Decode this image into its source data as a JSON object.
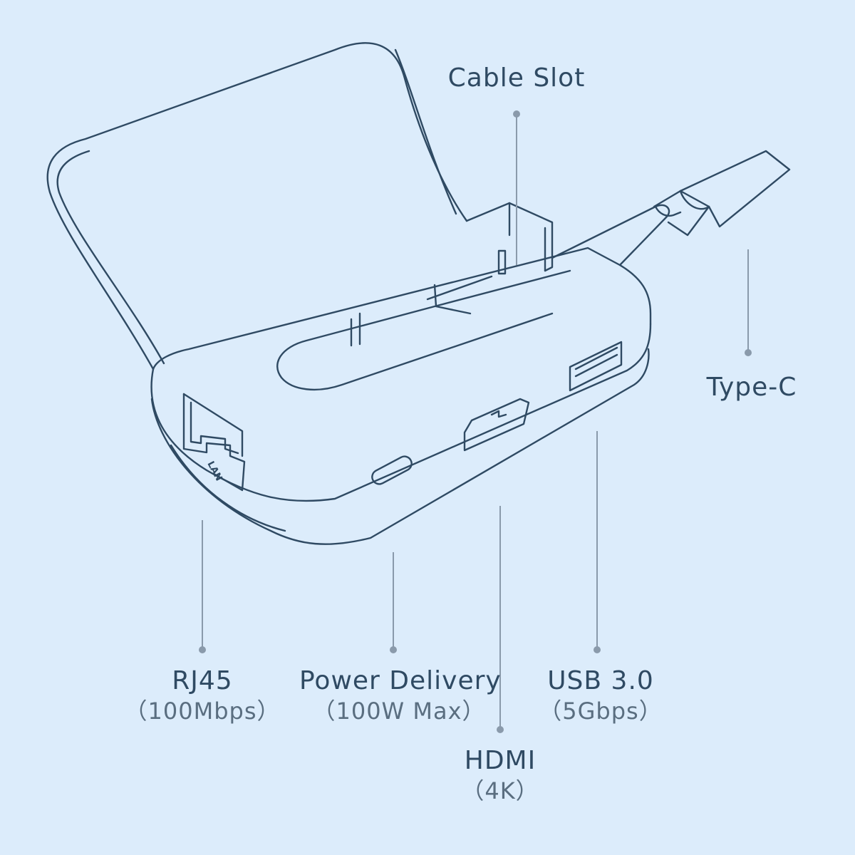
{
  "colors": {
    "background": "#dcecfb",
    "line": "#2f4a63",
    "leader": "#8a9aab",
    "text": "#2f4a63",
    "subtext": "#5a6e80"
  },
  "callouts": {
    "cable_slot": {
      "label": "Cable Slot"
    },
    "type_c": {
      "label": "Type-C"
    },
    "rj45": {
      "label": "RJ45",
      "detail": "100Mbps"
    },
    "power_delivery": {
      "label": "Power Delivery",
      "detail": "100W Max"
    },
    "usb": {
      "label": "USB 3.0",
      "detail": "5Gbps"
    },
    "hdmi": {
      "label": "HDMI",
      "detail": "4K"
    }
  },
  "device_marking": {
    "lan": "LAN"
  }
}
